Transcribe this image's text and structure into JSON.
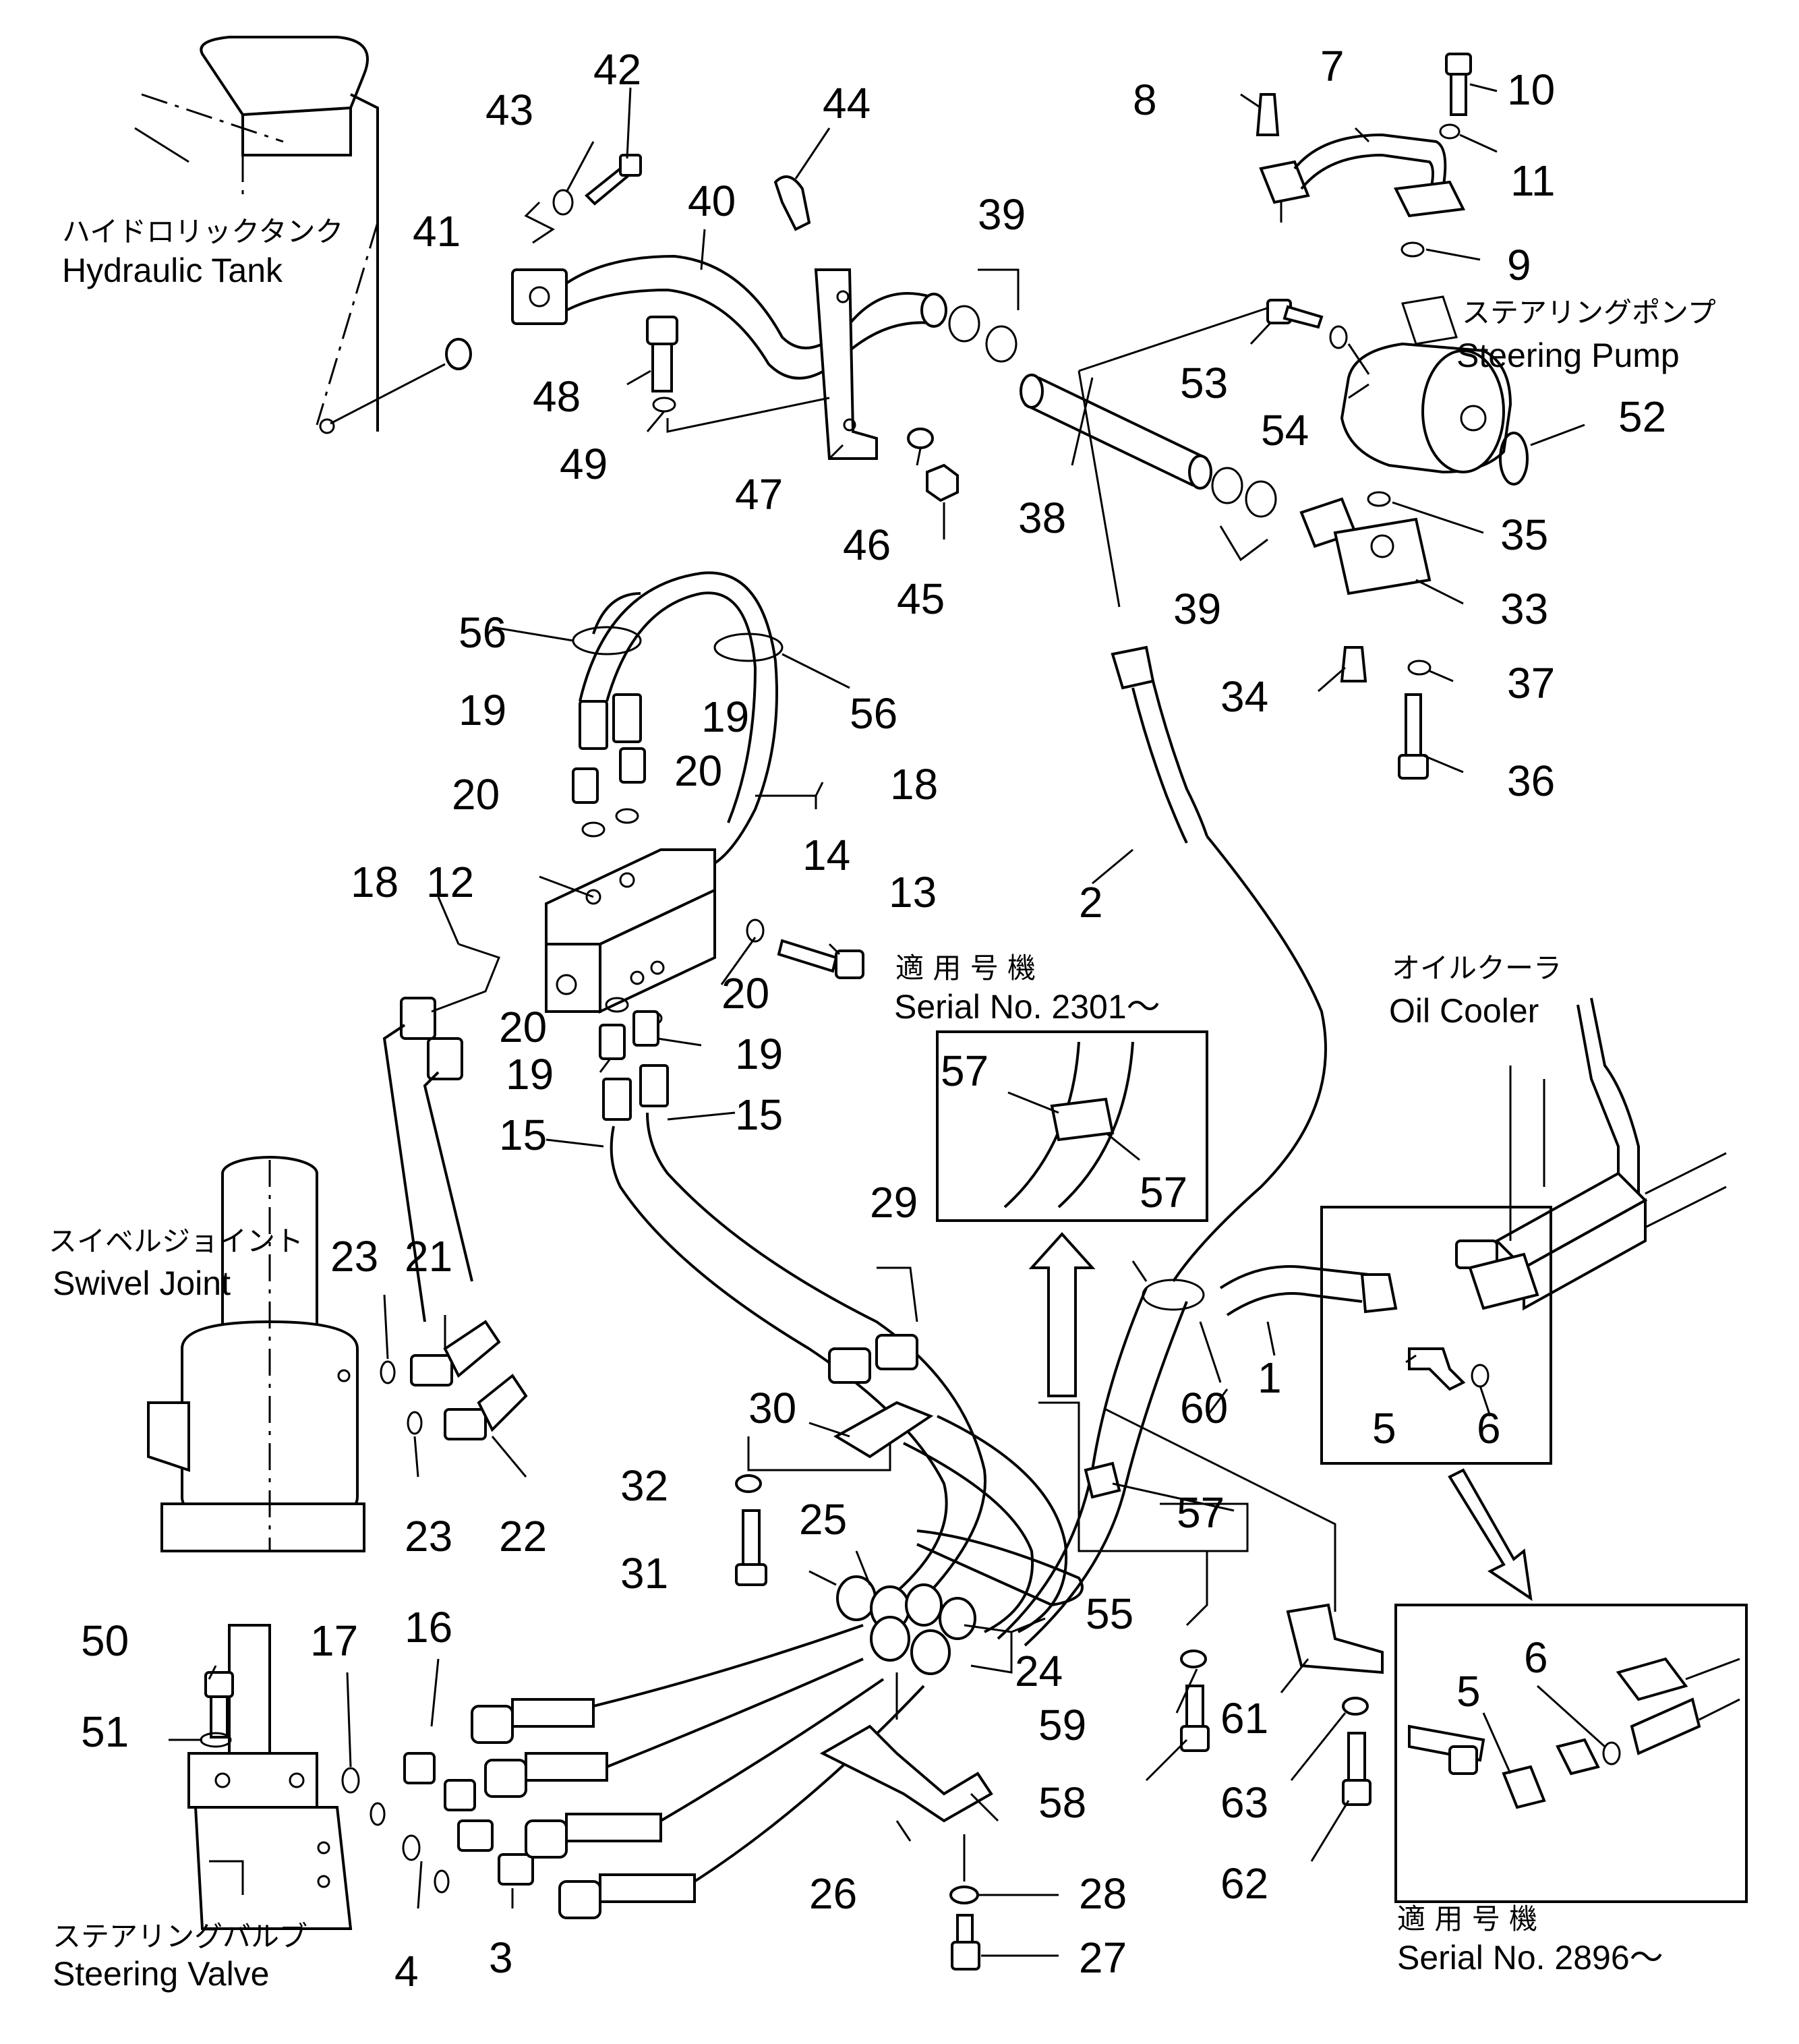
{
  "labels": {
    "hydraulic_tank_jp": "ハイドロリックタンク",
    "hydraulic_tank_en": "Hydraulic Tank",
    "steering_pump_jp": "ステアリングポンプ",
    "steering_pump_en": "Steering Pump",
    "oil_cooler_jp": "オイルクーラ",
    "oil_cooler_en": "Oil Cooler",
    "swivel_joint_jp": "スイベルジョイント",
    "swivel_joint_en": "Swivel Joint",
    "steering_valve_jp": "ステアリングバルブ",
    "steering_valve_en": "Steering Valve",
    "serial_a_jp": "適 用 号 機",
    "serial_a_en": "Serial No. 2301～",
    "serial_b_jp": "適 用 号 機",
    "serial_b_en": "Serial No. 2896～"
  },
  "callouts": {
    "c1": "1",
    "c2": "2",
    "c3": "3",
    "c4": "4",
    "c5a": "5",
    "c5b": "5",
    "c6a": "6",
    "c6b": "6",
    "c7": "7",
    "c8": "8",
    "c9": "9",
    "c10": "10",
    "c11": "11",
    "c12": "12",
    "c13": "13",
    "c14": "14",
    "c15a": "15",
    "c15b": "15",
    "c16": "16",
    "c17": "17",
    "c18a": "18",
    "c18b": "18",
    "c19a": "19",
    "c19b": "19",
    "c19c": "19",
    "c19d": "19",
    "c20a": "20",
    "c20b": "20",
    "c20c": "20",
    "c20d": "20",
    "c21": "21",
    "c22": "22",
    "c23a": "23",
    "c23b": "23",
    "c24": "24",
    "c25": "25",
    "c26": "26",
    "c27": "27",
    "c28": "28",
    "c29": "29",
    "c30": "30",
    "c31": "31",
    "c32": "32",
    "c33": "33",
    "c34": "34",
    "c35": "35",
    "c36": "36",
    "c37": "37",
    "c38": "38",
    "c39a": "39",
    "c39b": "39",
    "c40": "40",
    "c41": "41",
    "c42": "42",
    "c43": "43",
    "c44": "44",
    "c45": "45",
    "c46": "46",
    "c47": "47",
    "c48": "48",
    "c49": "49",
    "c50": "50",
    "c51": "51",
    "c52": "52",
    "c53": "53",
    "c54": "54",
    "c55": "55",
    "c56a": "56",
    "c56b": "56",
    "c57a": "57",
    "c57b": "57",
    "c57c": "57",
    "c58": "58",
    "c59": "59",
    "c60": "60",
    "c61": "61",
    "c62": "62",
    "c63": "63"
  }
}
